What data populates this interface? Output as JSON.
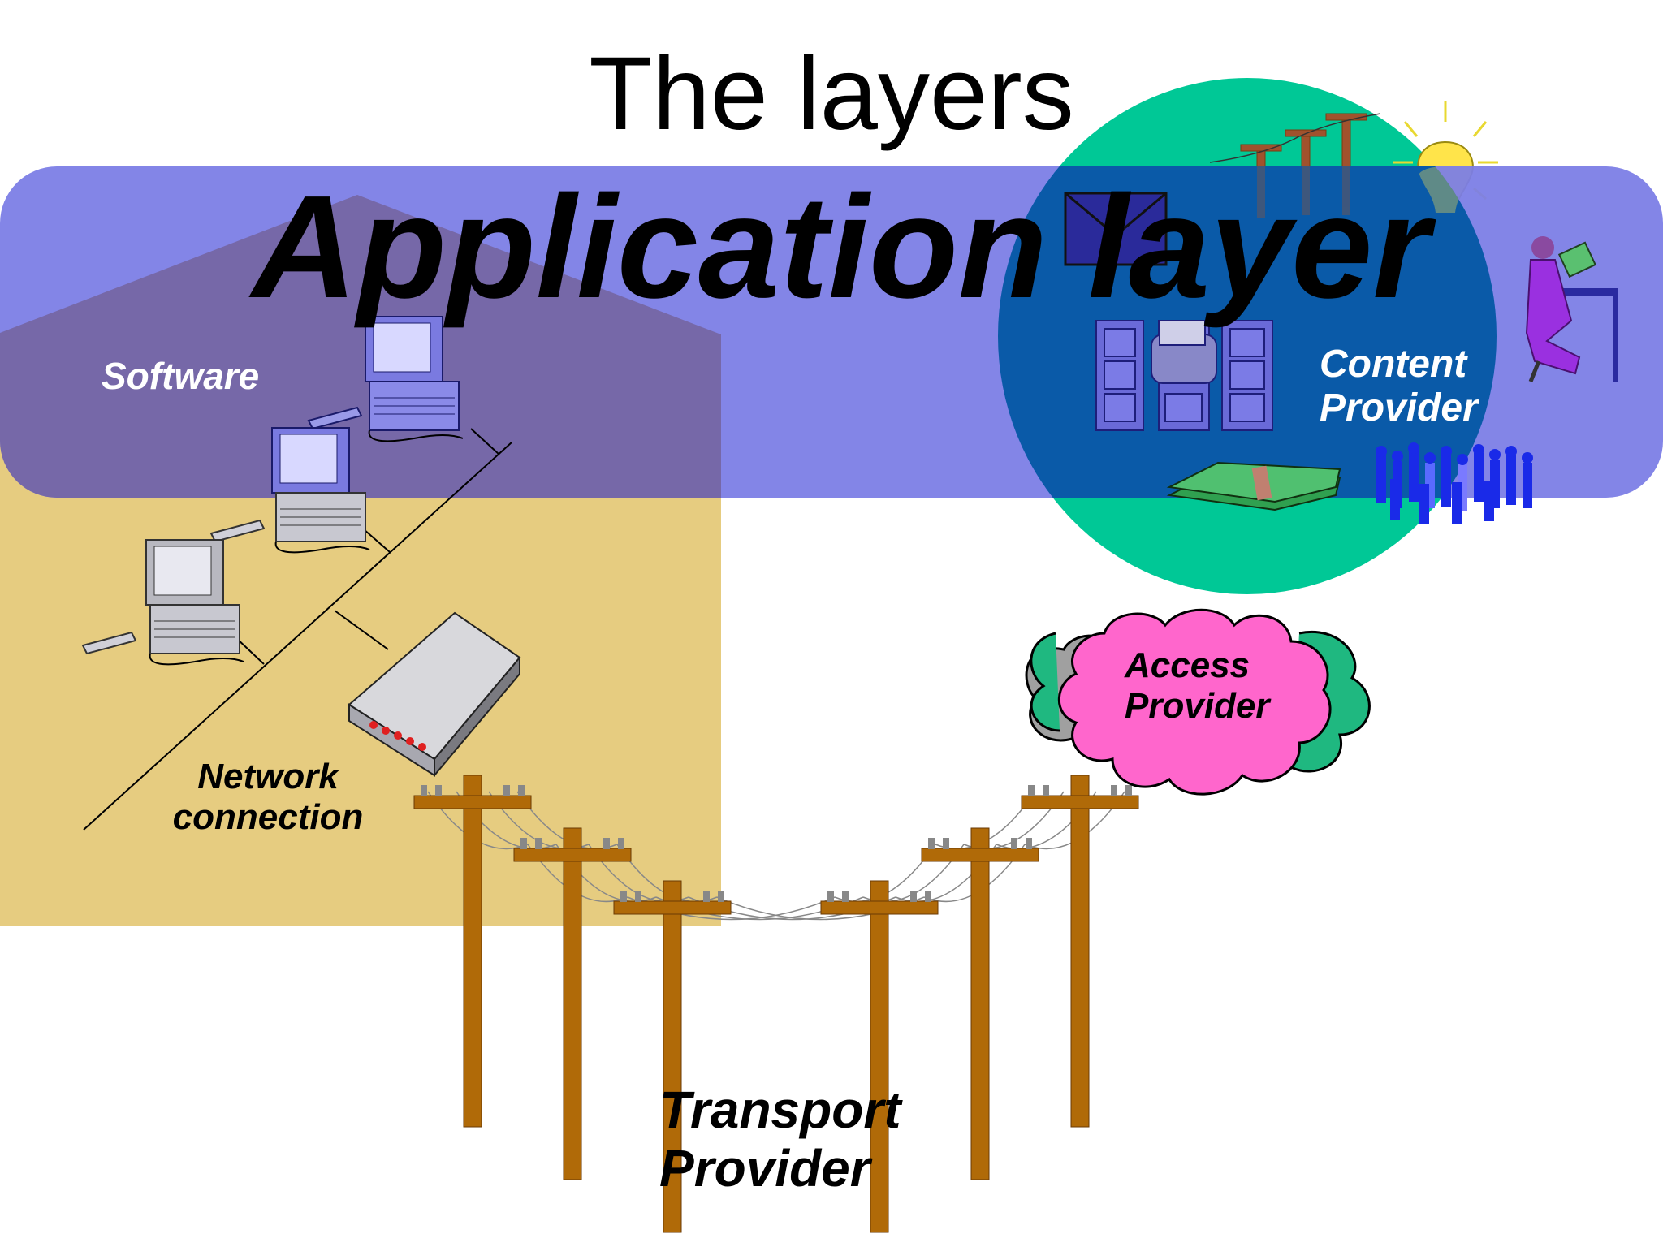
{
  "slide": {
    "title": "The layers",
    "band_label": "Application layer"
  },
  "labels": {
    "software": "Software",
    "network_connection": [
      "Network",
      "connection"
    ],
    "content_provider": [
      "Content",
      "Provider"
    ],
    "access_provider": [
      "Access",
      "Provider"
    ],
    "transport_provider": [
      "Transport",
      "Provider"
    ]
  },
  "colors": {
    "application_band": "#7b7de6",
    "home_region": "#e6cc80",
    "content_oval": "#00c896",
    "access_cloud": "#ff66cc",
    "pole_wood": "#b06a08",
    "label_white": "#ffffff",
    "label_black": "#000000"
  },
  "icons": [
    "computer-icon",
    "modem-icon",
    "utility-pole-icon",
    "envelope-icon",
    "light-bulb-icon",
    "filing-cabinet-icon",
    "reader-person-icon",
    "money-stack-icon",
    "crowd-icon",
    "cloud-icon"
  ]
}
